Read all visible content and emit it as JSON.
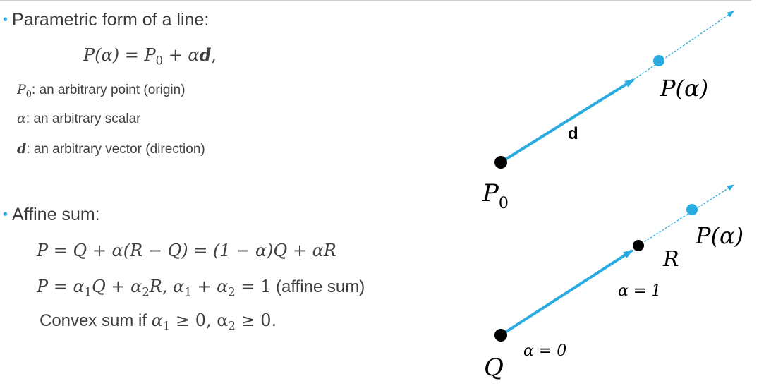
{
  "section1": {
    "heading": "Parametric form of a line:",
    "equation": {
      "lhs": "P(α) = ",
      "p0": "P",
      "p0_sub": "0",
      "rest": " + α",
      "d": "d",
      "tail": ","
    },
    "definitions": [
      {
        "symbol": "P",
        "sub": "0",
        "text": ": an arbitrary point (origin)"
      },
      {
        "symbol": "α",
        "sub": "",
        "text": ": an arbitrary scalar"
      },
      {
        "symbol": "d",
        "sub": "",
        "text": ": an arbitrary vector (direction)"
      }
    ]
  },
  "section2": {
    "heading": "Affine sum:",
    "line1": "P = Q + α(R − Q) = (1 − α)Q + αR",
    "line2": {
      "a": "P = α",
      "s1": "1",
      "b": "Q + α",
      "s2": "2",
      "c": "R, α",
      "s3": "1",
      "d": " + α",
      "s4": "2",
      "e": " = 1",
      "f": " (affine sum)"
    },
    "line3": {
      "a": "Convex sum if ",
      "b": "α",
      "s1": "1",
      "c": " ≥ 0, α",
      "s2": "2",
      "d": " ≥ 0."
    }
  },
  "diagram1": {
    "label_d": "d",
    "label_p0": "P",
    "label_p0_sub": "0",
    "label_palpha": "P(α)"
  },
  "diagram2": {
    "label_q": "Q",
    "label_r": "R",
    "label_palpha": "P(α)",
    "label_alpha0": "α = 0",
    "label_alpha1": "α = 1"
  },
  "colors": {
    "accent": "#29abe2",
    "point": "#000000",
    "text": "#404040"
  }
}
